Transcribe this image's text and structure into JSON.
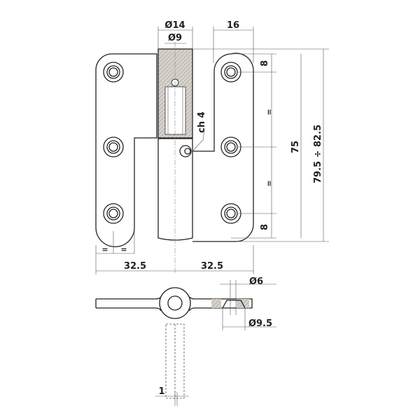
{
  "title": "Hinge technical drawing",
  "dimensions": {
    "pin_outer_diameter": "Ø14",
    "pin_inner_diameter": "Ø9",
    "leaf_width": "16",
    "hex_key": "ch 4",
    "top_margin": "8",
    "bottom_margin": "8",
    "equal_top": "=",
    "equal_bottom": "=",
    "hole_span": "75",
    "height_range": "79.5 ÷ 82.5",
    "left_equal_a": "=",
    "left_equal_b": "=",
    "left_width": "32.5",
    "right_width": "32.5",
    "hole_diameter": "Ø6",
    "countersink_diameter": "Ø9.5",
    "gap": "1"
  },
  "colors": {
    "line": "#222222",
    "hatch": "#b9b2ab"
  }
}
